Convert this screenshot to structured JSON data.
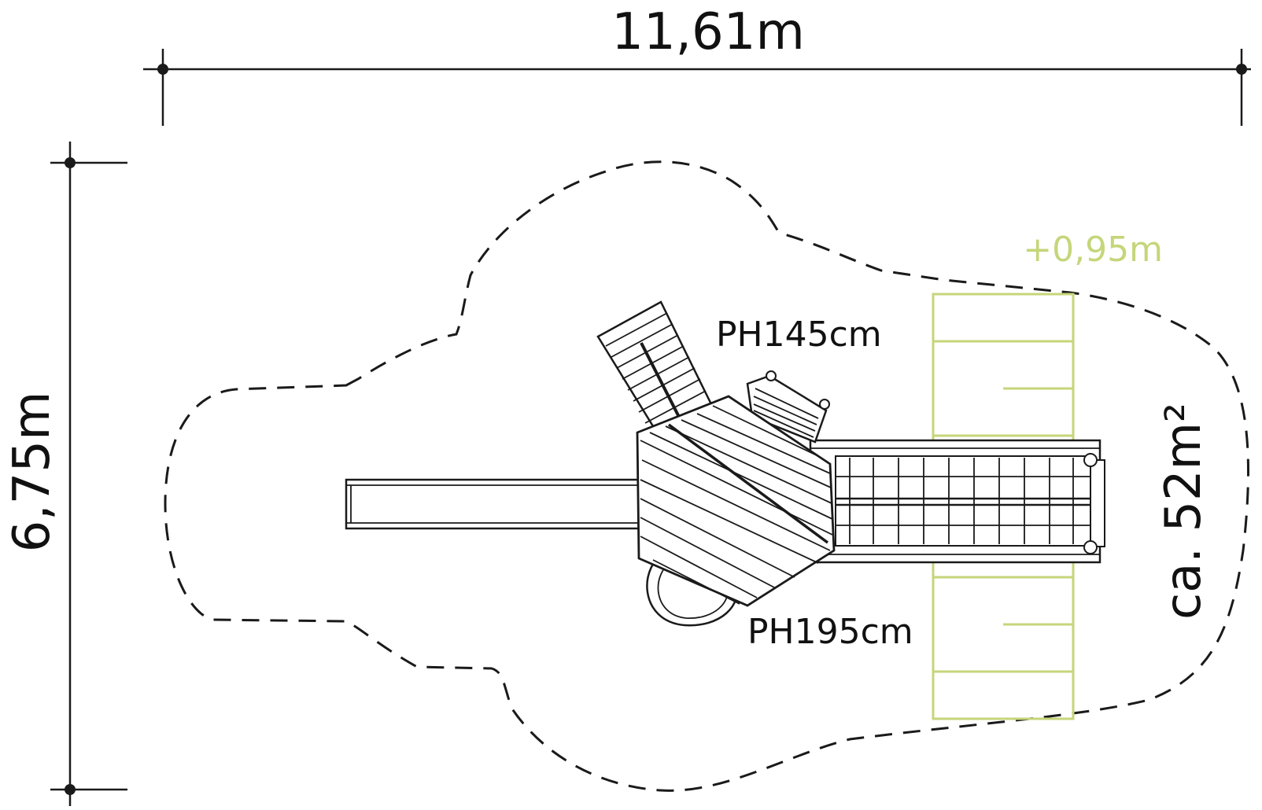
{
  "dimensions": {
    "width_label": "11,61m",
    "height_label": "6,75m"
  },
  "labels": {
    "platform_high": "PH145cm",
    "platform_low": "PH195cm",
    "elevation": "+0,95m",
    "area": "ca. 52m²"
  },
  "colors": {
    "line": "#1a1a1a",
    "elevation_accent": "#c5d67a",
    "background": "#ffffff"
  }
}
